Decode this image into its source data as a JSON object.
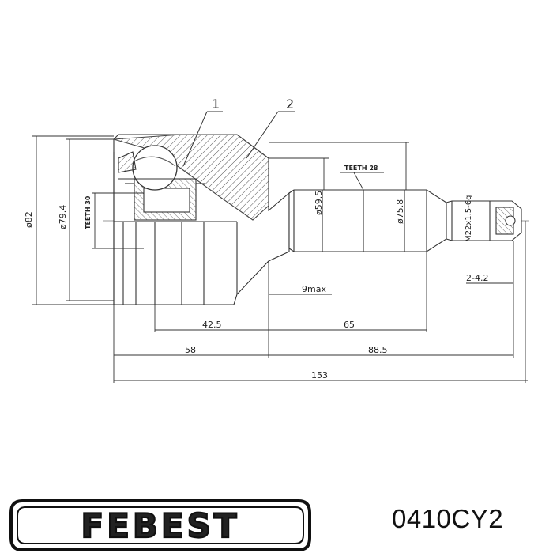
{
  "callouts": {
    "one": "1",
    "two": "2"
  },
  "dimensions": {
    "d82": "ø82",
    "d79_4": "ø79.4",
    "teeth30": "TEETH 30",
    "d59_5": "ø59.5",
    "d75_8": "ø75.8",
    "teeth28": "TEETH 28",
    "thread": "M22x1.5-6g",
    "max9": "9max",
    "range": "2-4.2",
    "l42_5": "42.5",
    "l65": "65",
    "l58": "58",
    "l88_5": "88.5",
    "l153": "153"
  },
  "brand": {
    "logo_text": "FEBEST",
    "part_number": "0410CY2"
  }
}
